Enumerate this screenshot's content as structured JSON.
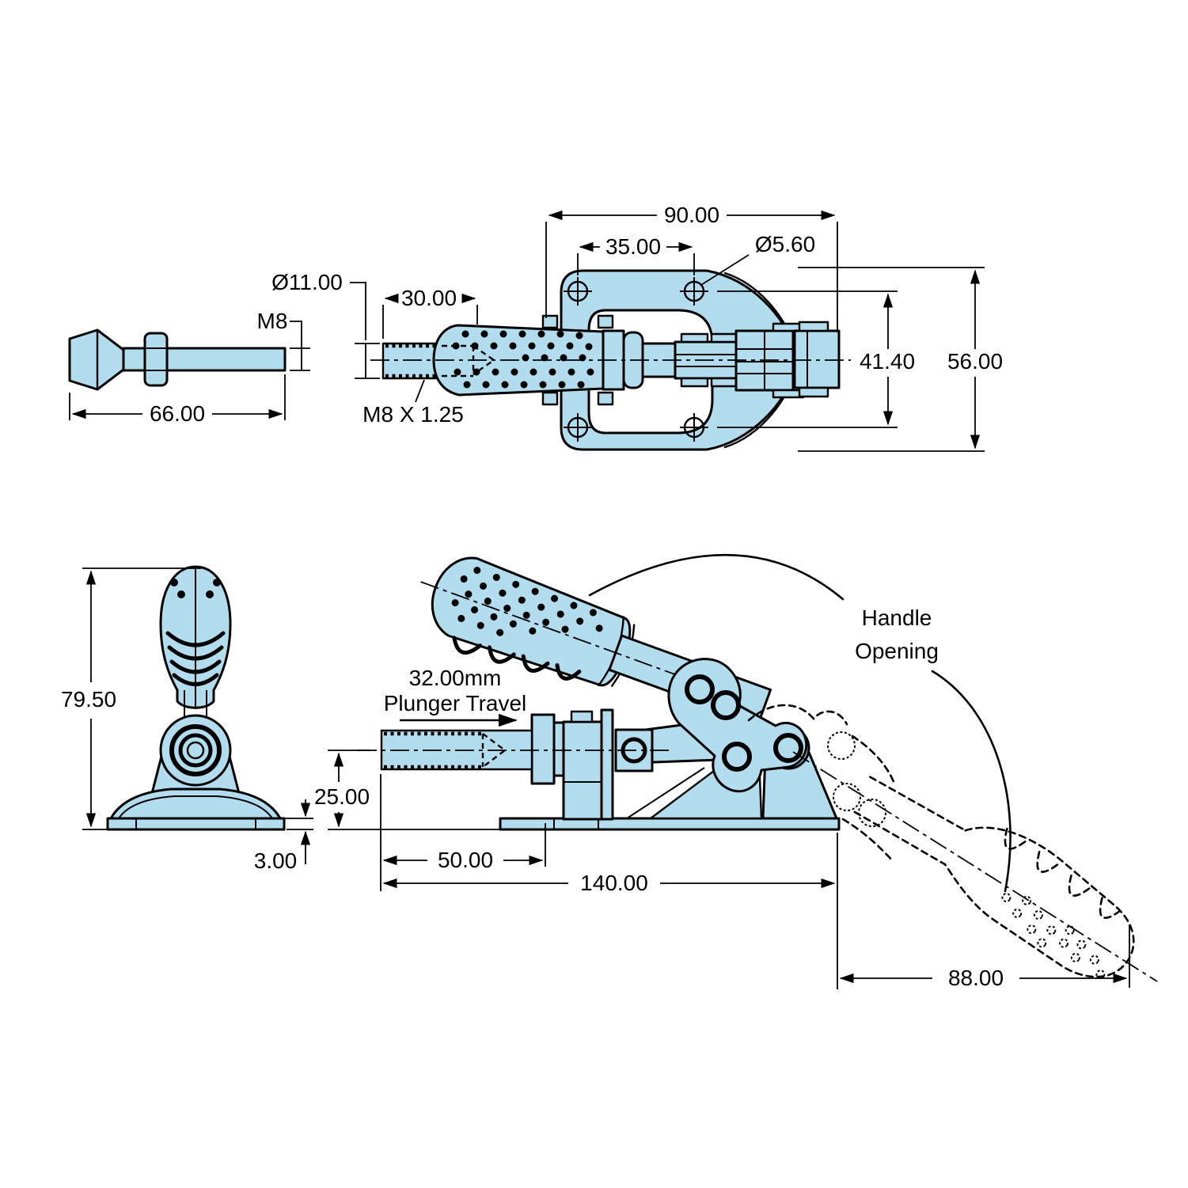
{
  "colors": {
    "background": "#ffffff",
    "part_fill": "#b3dcee",
    "line": "#000000"
  },
  "labels": {
    "spindle": {
      "length": "66.00",
      "diameter": "Ø11.00",
      "thread": "M8"
    },
    "top_view": {
      "overall_width": "90.00",
      "hole_spacing": "35.00",
      "hole_diameter": "Ø5.60",
      "thread_length": "30.00",
      "thread_callout": "M8 X 1.25",
      "hole_row_spacing": "41.40",
      "overall_height": "56.00"
    },
    "front_view": {
      "overall_height": "79.50",
      "base_thickness": "3.00"
    },
    "side_view": {
      "travel_value": "32.00mm",
      "travel_caption": "Plunger Travel",
      "plunger_center_height": "25.00",
      "plunger_length": "50.00",
      "overall_length": "140.00",
      "handle_swing_width": "88.00",
      "callout_line1": "Handle",
      "callout_line2": "Opening"
    }
  }
}
